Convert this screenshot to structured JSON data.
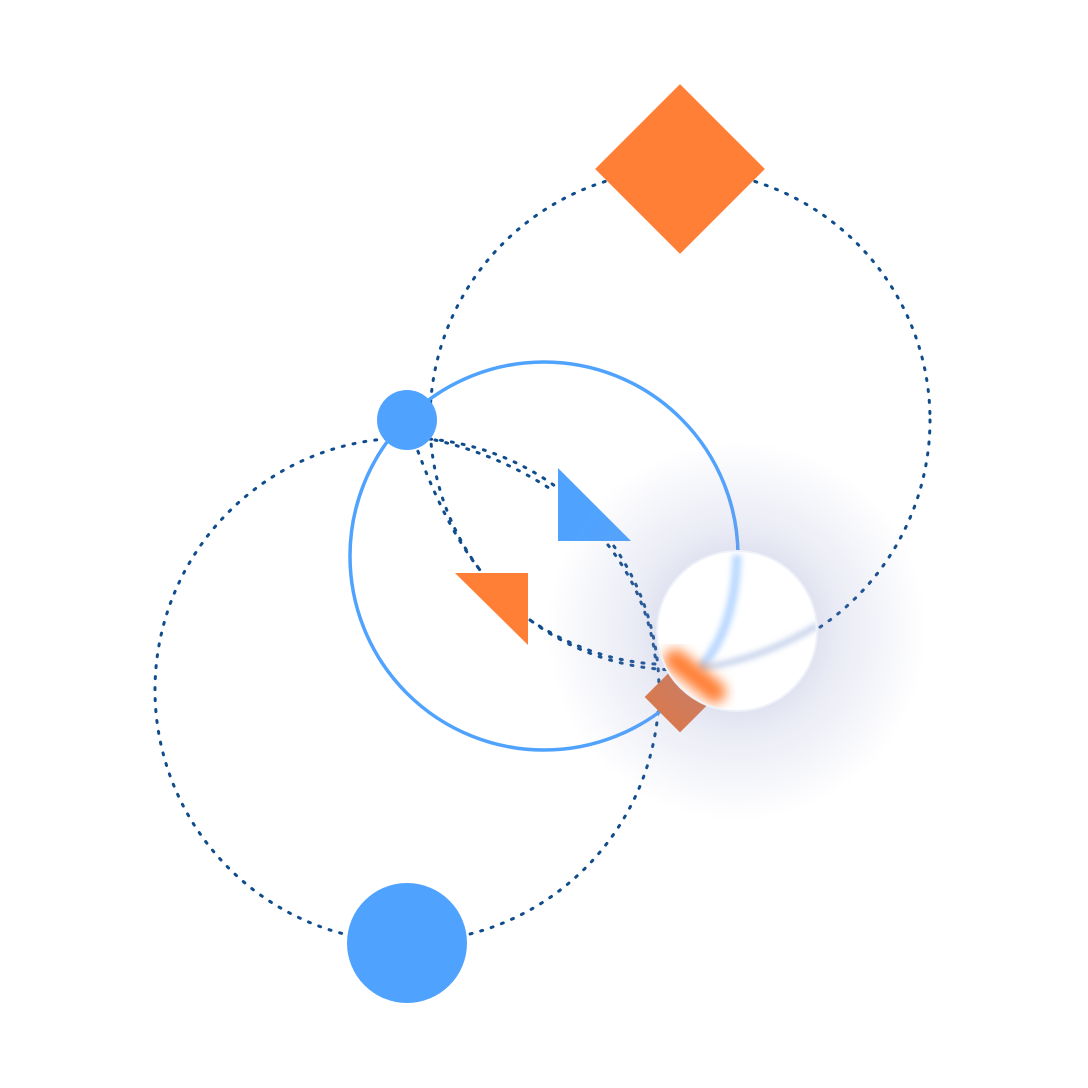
{
  "colors": {
    "background": "#ffffff",
    "blue": "#4FA3FF",
    "orange": "#FF7F36",
    "orange_dark": "#E5743A",
    "dotted_stroke": "#0F4C8C",
    "glow": "#8C94C8"
  },
  "shapes": {
    "large_diamond": "orange-diamond-shape",
    "small_diamond": "orange-diamond-shape",
    "large_circle": "blue-circle-shape",
    "small_circle": "blue-circle-shape",
    "blue_triangle": "blue-triangle-shape",
    "orange_triangle": "orange-triangle-shape",
    "lens": "magnifier-lens-shape"
  }
}
